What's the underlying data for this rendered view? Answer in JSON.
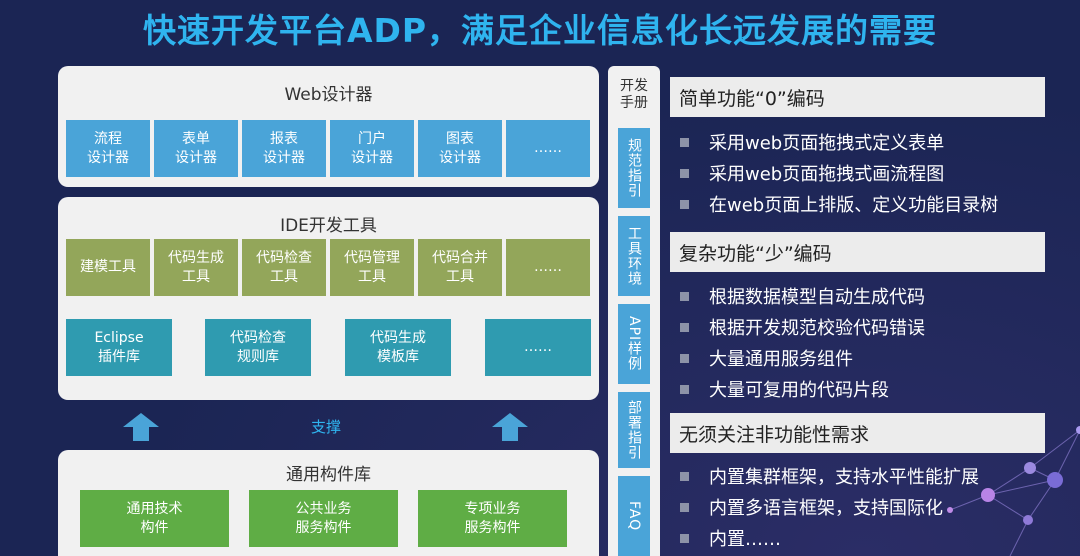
{
  "title": "快速开发平台ADP，满足企业信息化长远发展的需要",
  "web_designer": {
    "title": "Web设计器",
    "items": [
      "流程\n设计器",
      "表单\n设计器",
      "报表\n设计器",
      "门户\n设计器",
      "图表\n设计器",
      "……"
    ]
  },
  "ide": {
    "title": "IDE开发工具",
    "tools": [
      "建模工具",
      "代码生成\n工具",
      "代码检查\n工具",
      "代码管理\n工具",
      "代码合并\n工具",
      "……"
    ],
    "libs": [
      "Eclipse\n插件库",
      "代码检查\n规则库",
      "代码生成\n模板库",
      "……"
    ]
  },
  "support_label": "支撑",
  "components": {
    "title": "通用构件库",
    "items": [
      "通用技术\n构件",
      "公共业务\n服务构件",
      "专项业务\n服务构件"
    ]
  },
  "side": {
    "head": "开发\n手册",
    "items": [
      "规范指引",
      "工具环境",
      "API样例",
      "部署指引",
      "FAQ"
    ]
  },
  "sections": [
    {
      "head": "简单功能“0”编码",
      "bullets": [
        "采用web页面拖拽式定义表单",
        "采用web页面拖拽式画流程图",
        "在web页面上排版、定义功能目录树"
      ]
    },
    {
      "head": "复杂功能“少”编码",
      "bullets": [
        "根据数据模型自动生成代码",
        "根据开发规范校验代码错误",
        "大量通用服务组件",
        "大量可复用的代码片段"
      ]
    },
    {
      "head": "无须关注非功能性需求",
      "bullets": [
        "内置集群框架，支持水平性能扩展",
        "内置多语言框架，支持国际化",
        "内置……"
      ]
    }
  ],
  "colors": {
    "title": "#2fb4ef",
    "background": "#1b2554",
    "blue_box": "#4aa4d8",
    "olive_box": "#93a65a",
    "teal_box": "#2f9bb0",
    "green_box": "#5fad45"
  }
}
